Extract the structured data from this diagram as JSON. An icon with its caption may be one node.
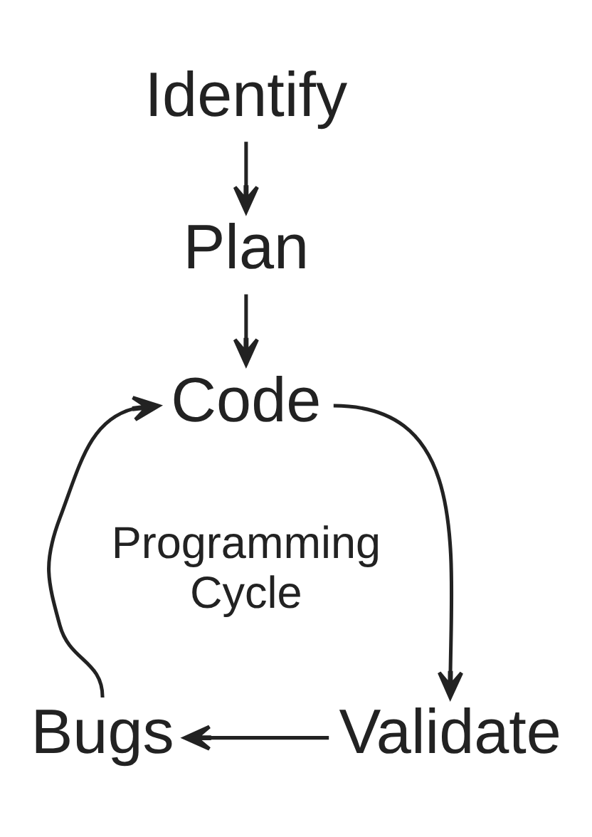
{
  "diagram": {
    "nodes": [
      {
        "text": [
          "Identify"
        ]
      },
      {
        "text": [
          "Plan"
        ]
      },
      {
        "text": [
          "Code"
        ]
      },
      {
        "text": [
          "Validate"
        ]
      },
      {
        "text": [
          "Bugs"
        ]
      }
    ],
    "edges": [
      {
        "from": 0,
        "to": 1,
        "arrow": "to"
      },
      {
        "from": 1,
        "to": 2,
        "arrow": "to"
      },
      {
        "from": 2,
        "to": 3,
        "arrow": "to"
      },
      {
        "from": 3,
        "to": 4,
        "arrow": "to"
      },
      {
        "from": 4,
        "to": 2,
        "arrow": "to"
      }
    ],
    "labels": [
      "Programming Cycle"
    ]
  }
}
